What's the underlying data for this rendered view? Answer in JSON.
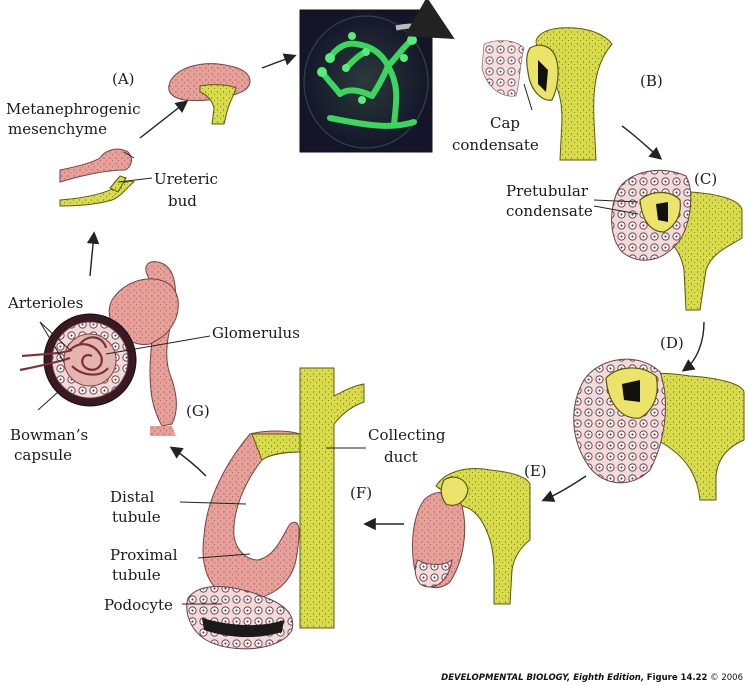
{
  "labels": {
    "metanephrogenic": "Metanephrogenic",
    "mesenchyme": "mesenchyme",
    "ureteric": "Ureteric",
    "bud": "bud",
    "cap": "Cap",
    "condensate": "condensate",
    "pretubular": "Pretubular",
    "pretubular_condensate": "condensate",
    "arterioles": "Arterioles",
    "glomerulus": "Glomerulus",
    "bowmans": "Bowman’s",
    "capsule": "capsule",
    "collecting": "Collecting",
    "duct": "duct",
    "distal": "Distal",
    "distal_tubule": "tubule",
    "proximal": "Proximal",
    "proximal_tubule": "tubule",
    "podocyte": "Podocyte"
  },
  "stages": {
    "a": "(A)",
    "b": "(B)",
    "c": "(C)",
    "d": "(D)",
    "e": "(E)",
    "f": "(F)",
    "g": "(G)"
  },
  "credit": {
    "title": "DEVELOPMENTAL BIOLOGY, Eighth Edition,",
    "figure": "Figure 14.22",
    "copyright": "© 2006"
  },
  "colors": {
    "bud_yellow": "#d9dc4a",
    "mesenchyme_pink": "#e8a09a",
    "photo_bg": "#14142a",
    "photo_glow": "#36d35a"
  }
}
